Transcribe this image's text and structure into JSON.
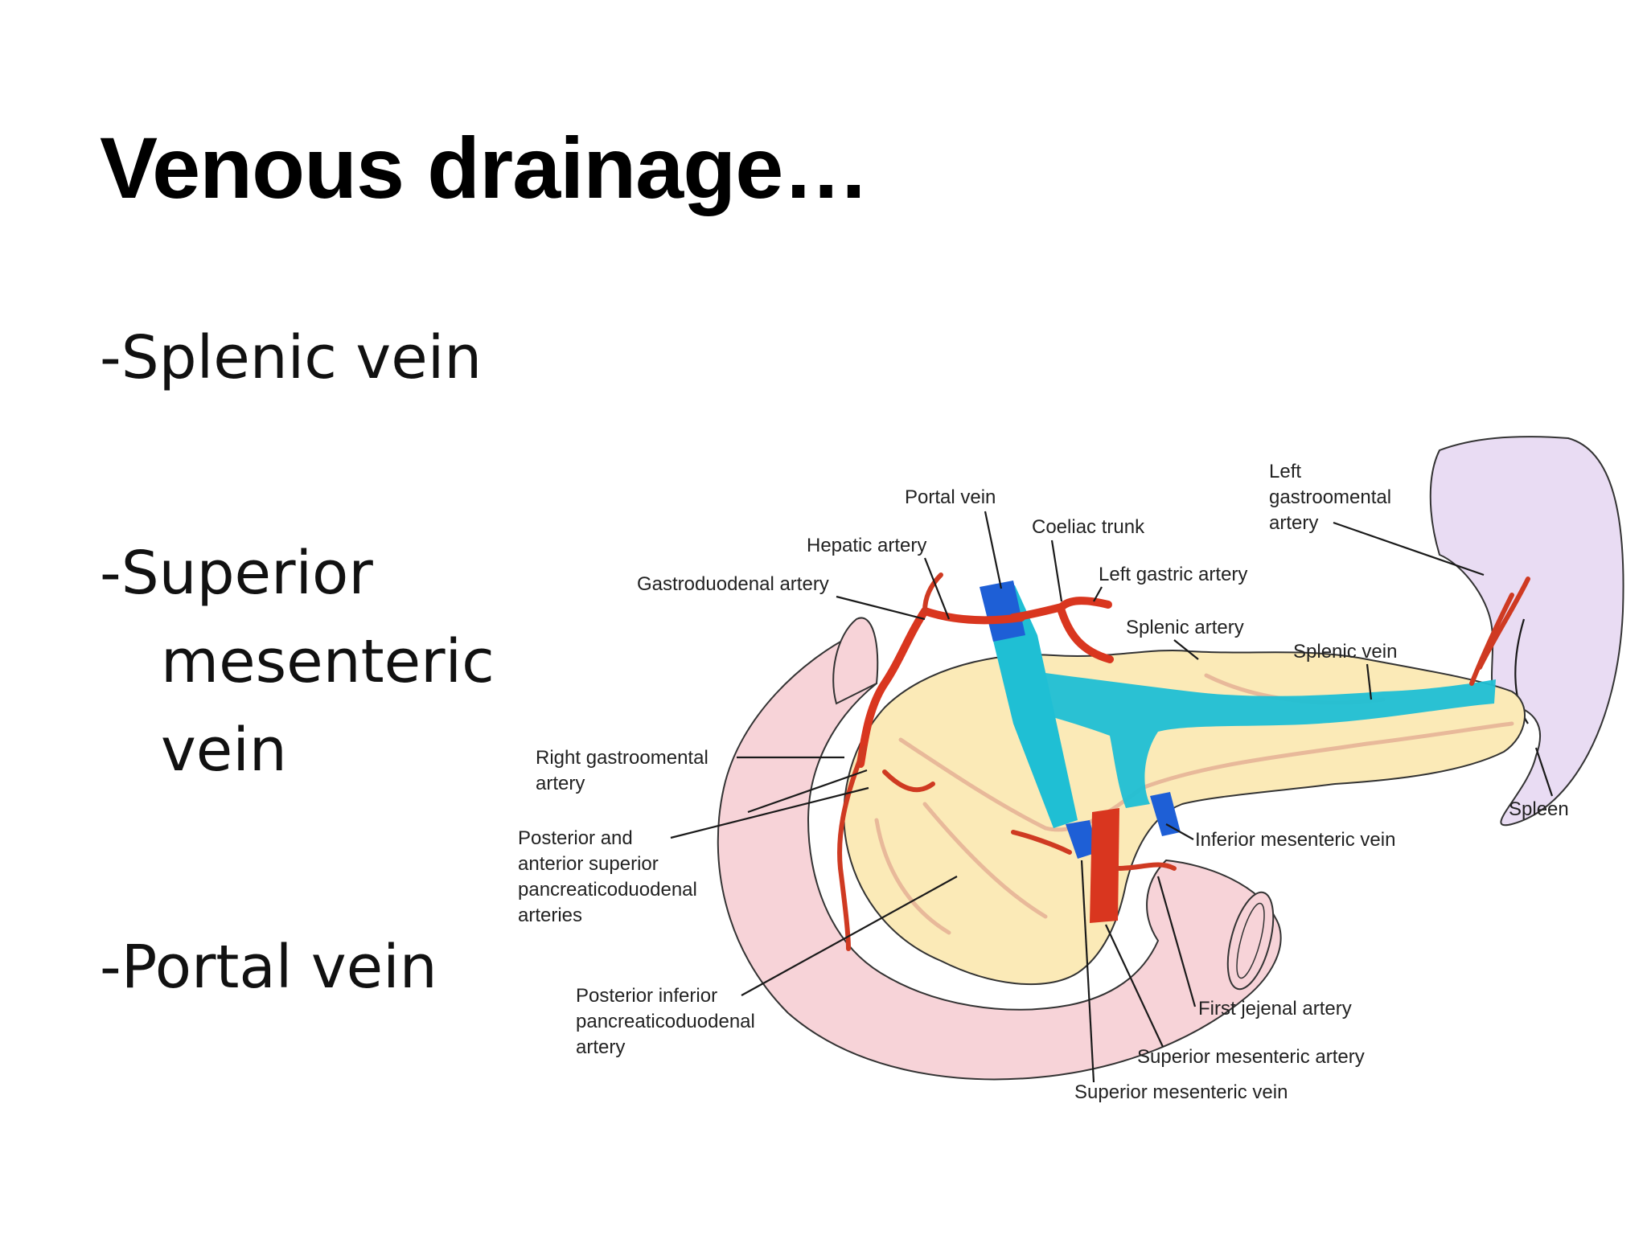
{
  "slide": {
    "title": "Venous drainage…",
    "bullets": [
      {
        "line1": "-Splenic vein",
        "line2": "",
        "line3": ""
      },
      {
        "line1": "-Superior",
        "line2": "mesenteric",
        "line3": "vein"
      },
      {
        "line1": "-Portal vein",
        "line2": "",
        "line3": ""
      }
    ]
  },
  "diagram": {
    "labels": {
      "portal_vein": "Portal vein",
      "coeliac_trunk": "Coeliac trunk",
      "hepatic_artery": "Hepatic artery",
      "gastroduodenal_artery": "Gastroduodenal artery",
      "left_gastric_artery": "Left gastric artery",
      "left_gastroomental_1": "Left",
      "left_gastroomental_2": "gastroomental",
      "left_gastroomental_3": "artery",
      "splenic_artery": "Splenic artery",
      "splenic_vein": "Splenic vein",
      "right_gastroomental_1": "Right gastroomental",
      "right_gastroomental_2": "artery",
      "post_ant_sup_1": "Posterior and",
      "post_ant_sup_2": "anterior superior",
      "post_ant_sup_3": "pancreaticoduodenal",
      "post_ant_sup_4": "arteries",
      "inferior_mesenteric_vein": "Inferior mesenteric vein",
      "spleen": "Spleen",
      "post_inf_1": "Posterior inferior",
      "post_inf_2": "pancreaticoduodenal",
      "post_inf_3": "artery",
      "first_jejenal_artery": "First jejenal artery",
      "superior_mesenteric_artery": "Superior mesenteric artery",
      "superior_mesenteric_vein": "Superior mesenteric vein"
    },
    "colors": {
      "duodenum": "#f7d3d8",
      "pancreas": "#fbeab7",
      "spleen": "#e9dcf3",
      "vein_blue": "#1e5fd6",
      "vein_cyan": "#1fbfd4",
      "artery_red": "#d9361f"
    }
  }
}
